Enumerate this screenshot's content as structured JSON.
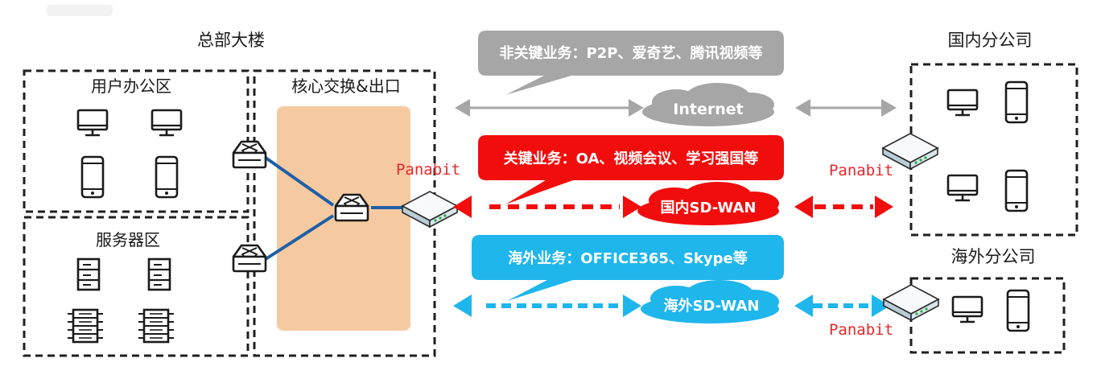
{
  "labels": {
    "hq": "总部大楼",
    "user_area": "用户办公区",
    "server_area": "服务器区",
    "core": "核心交换&出口",
    "domestic_branch": "国内分公司",
    "overseas_branch": "海外分公司"
  },
  "bubbles": {
    "noncritical": "非关键业务：P2P、爱奇艺、腾讯视频等",
    "critical": "关键业务：OA、视频会议、学习强国等",
    "overseas": "海外业务：OFFICE365、Skype等"
  },
  "clouds": {
    "internet": "Internet",
    "domestic_sdwan": "国内SD-WAN",
    "overseas_sdwan": "海外SD-WAN"
  },
  "panabit": [
    "Panabit",
    "Panabit",
    "Panabit"
  ],
  "colors": {
    "gray": "#a6a6a6",
    "red": "#f20d0d",
    "blue": "#1fb6ec",
    "core_fill": "#f6caa0",
    "link_blue": "#1f5fa8",
    "panabit_red": "#e8272a"
  }
}
